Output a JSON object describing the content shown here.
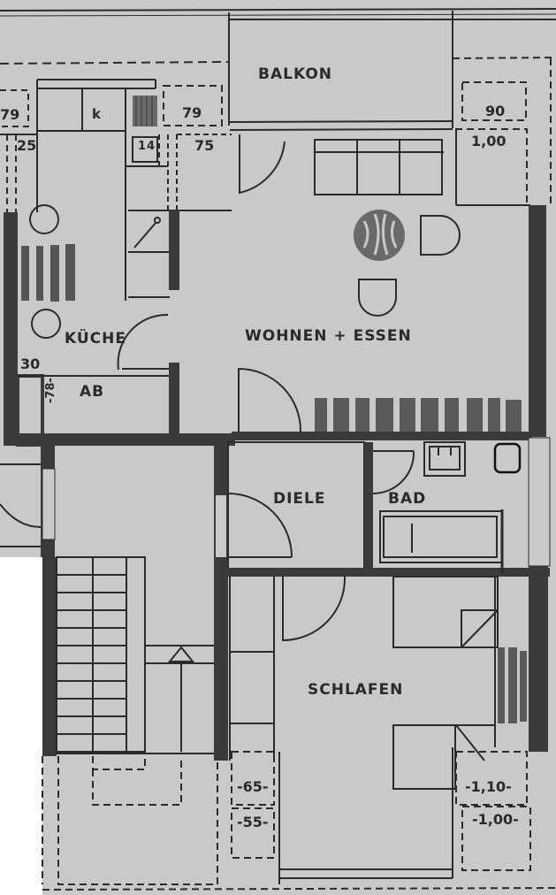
{
  "plan": {
    "title": "Floor plan",
    "colors": {
      "paper": "#c9c9c9",
      "wall": "#3a3a3a",
      "line": "#2b2b2b",
      "blank": "#ffffff"
    },
    "rooms": {
      "balkon": "BALKON",
      "kueche": "KÜCHE",
      "wohnen_essen": "WOHNEN + ESSEN",
      "ab": "AB",
      "diele": "DIELE",
      "bad": "BAD",
      "schlafen": "SCHLAFEN"
    },
    "kitchen_labels": {
      "k": "k",
      "fourteen": "14"
    },
    "dimensions": {
      "top_left_79": "79",
      "top_left_25": "25",
      "kitchen_79": "79",
      "kitchen_75": "75",
      "right_90": "90",
      "right_100": "1,00",
      "kitchen_30": "30",
      "ab_78": "-78-",
      "bottom_65": "-65-",
      "bottom_55": "-55-",
      "bottom_110": "-1,10-",
      "bottom_100": "-1,00-"
    },
    "symbols": [
      "door-swing",
      "window",
      "stairs",
      "bathtub",
      "sink",
      "toilet",
      "sofa",
      "dining-table",
      "chairs",
      "plants",
      "stove",
      "wardrobe",
      "bed"
    ]
  }
}
